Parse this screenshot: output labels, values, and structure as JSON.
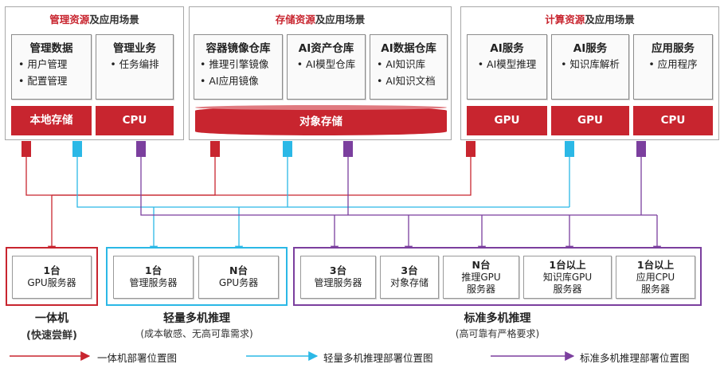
{
  "colors": {
    "red": "#c8252f",
    "cyan": "#2bb8e6",
    "purple": "#7b3f9e"
  },
  "panels": {
    "mgmt": {
      "title_highlight": "管理资源",
      "title_rest": "及应用场景"
    },
    "storage": {
      "title_highlight": "存储资源",
      "title_rest": "及应用场景"
    },
    "compute": {
      "title_highlight": "计算资源",
      "title_rest": "及应用场景"
    }
  },
  "cards": {
    "mgmt_data": {
      "title": "管理数据",
      "items": [
        "• 用户管理",
        "• 配置管理"
      ]
    },
    "mgmt_biz": {
      "title": "管理业务",
      "items": [
        "• 任务编排"
      ]
    },
    "container_repo": {
      "title": "容器镜像仓库",
      "items": [
        "• 推理引擎镜像",
        "• AI应用镜像"
      ]
    },
    "ai_asset_repo": {
      "title": "AI资产仓库",
      "items": [
        "• AI模型仓库"
      ]
    },
    "ai_data_repo": {
      "title": "AI数据仓库",
      "items": [
        "• AI知识库",
        "• AI知识文档"
      ]
    },
    "ai_service_1": {
      "title": "AI服务",
      "items": [
        "• AI模型推理"
      ]
    },
    "ai_service_2": {
      "title": "AI服务",
      "items": [
        "• 知识库解析"
      ]
    },
    "app_service": {
      "title": "应用服务",
      "items": [
        "• 应用程序"
      ]
    }
  },
  "bars": {
    "local_storage": "本地存储",
    "cpu_mgmt": "CPU",
    "object_storage": "对象存储",
    "gpu_1": "GPU",
    "gpu_2": "GPU",
    "cpu_compute": "CPU"
  },
  "targets": {
    "allinone_gpu": {
      "count": "1台",
      "label": "GPU服务器"
    },
    "light_mgmt": {
      "count": "1台",
      "label": "管理服务器"
    },
    "light_gpu": {
      "count": "N台",
      "label": "GPU务器"
    },
    "std_mgmt": {
      "count": "3台",
      "label": "管理服务器"
    },
    "std_obj": {
      "count": "3台",
      "label": "对象存储"
    },
    "std_gpu": {
      "count": "N台",
      "label1": "推理GPU",
      "label2": "服务器"
    },
    "std_kb": {
      "count": "1台以上",
      "label1": "知识库GPU",
      "label2": "服务器"
    },
    "std_cpu": {
      "count": "1台以上",
      "label1": "应用CPU",
      "label2": "服务器"
    }
  },
  "modes": {
    "allinone": {
      "title": "一体机",
      "subtitle": "(快速尝鲜)"
    },
    "light": {
      "title": "轻量多机推理",
      "subtitle": "(成本敏感、无高可靠需求)"
    },
    "standard": {
      "title": "标准多机推理",
      "subtitle": "(高可靠有严格要求)"
    }
  },
  "legend": {
    "allinone": "一体机部署位置图",
    "light": "轻量多机推理部署位置图",
    "standard": "标准多机推理部署位置图"
  }
}
